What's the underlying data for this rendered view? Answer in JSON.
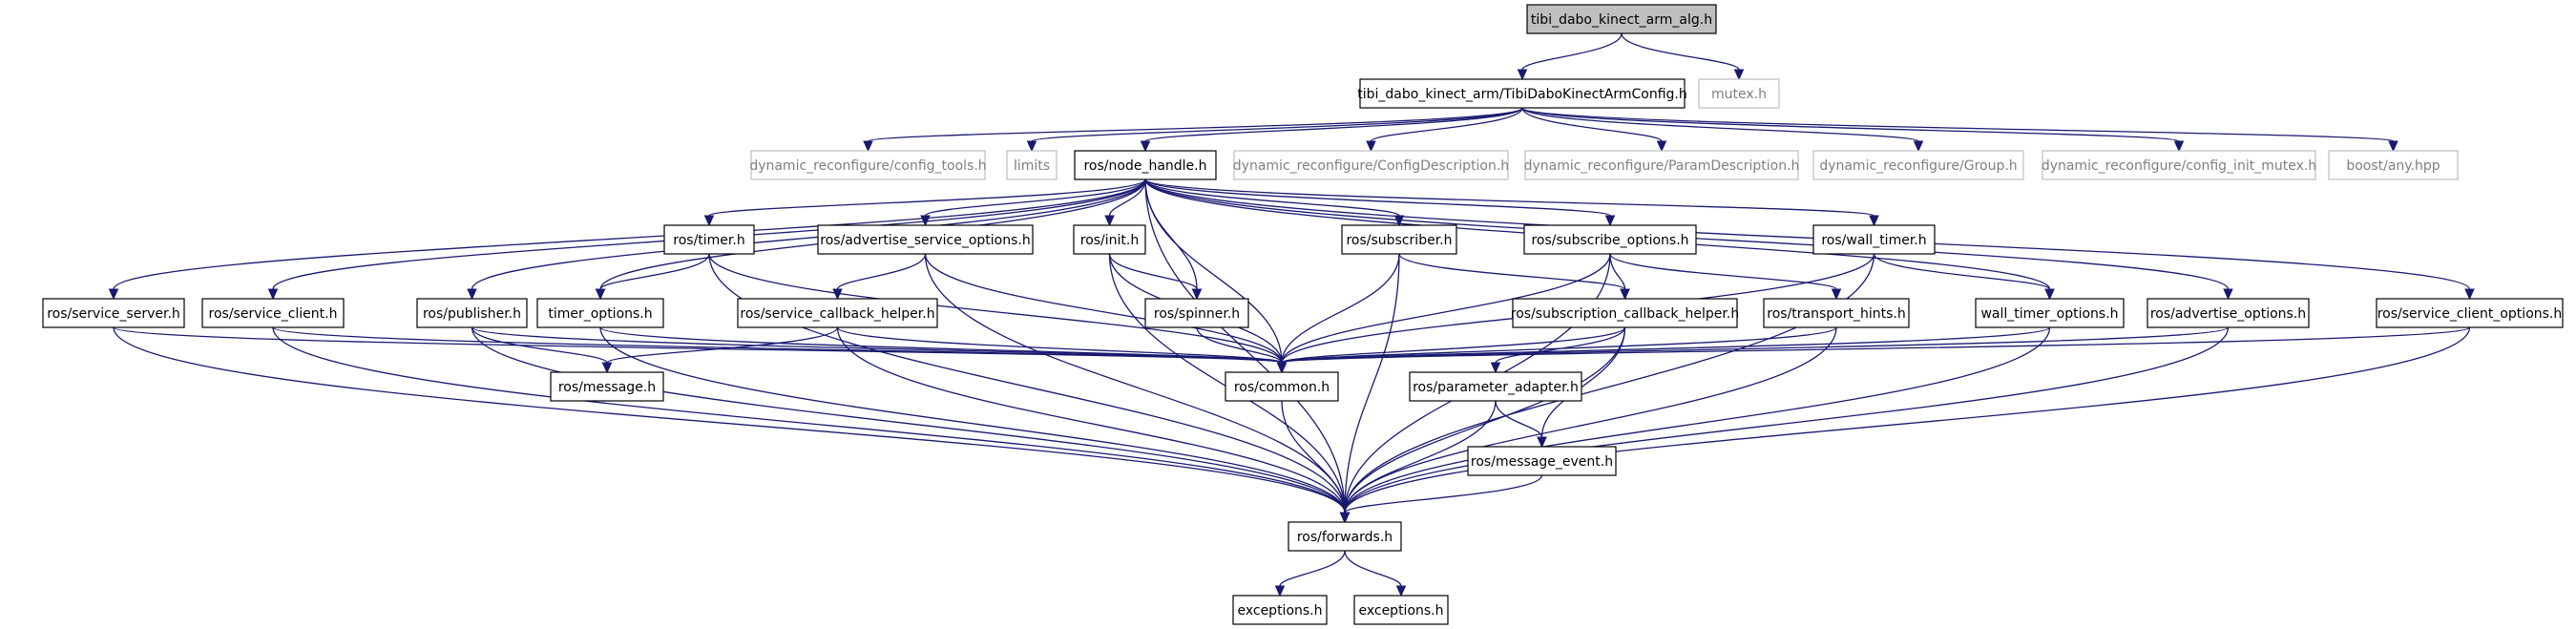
{
  "graph": {
    "nodes": [
      {
        "id": "root",
        "label": "tibi_dabo_kinect_arm_alg.h",
        "style": "root"
      },
      {
        "id": "config",
        "label": "tibi_dabo_kinect_arm/TibiDaboKinectArmConfig.h",
        "style": "normal"
      },
      {
        "id": "mutex",
        "label": "mutex.h",
        "style": "external"
      },
      {
        "id": "config_tools",
        "label": "dynamic_reconfigure/config_tools.h",
        "style": "external"
      },
      {
        "id": "limits",
        "label": "limits",
        "style": "external"
      },
      {
        "id": "node_handle",
        "label": "ros/node_handle.h",
        "style": "normal"
      },
      {
        "id": "config_desc",
        "label": "dynamic_reconfigure/ConfigDescription.h",
        "style": "external"
      },
      {
        "id": "param_desc",
        "label": "dynamic_reconfigure/ParamDescription.h",
        "style": "external"
      },
      {
        "id": "group",
        "label": "dynamic_reconfigure/Group.h",
        "style": "external"
      },
      {
        "id": "config_init_mutex",
        "label": "dynamic_reconfigure/config_init_mutex.h",
        "style": "external"
      },
      {
        "id": "boost_any",
        "label": "boost/any.hpp",
        "style": "external"
      },
      {
        "id": "timer",
        "label": "ros/timer.h",
        "style": "normal"
      },
      {
        "id": "adv_srv_opts",
        "label": "ros/advertise_service_options.h",
        "style": "normal"
      },
      {
        "id": "init",
        "label": "ros/init.h",
        "style": "normal"
      },
      {
        "id": "subscriber",
        "label": "ros/subscriber.h",
        "style": "normal"
      },
      {
        "id": "subscribe_opts",
        "label": "ros/subscribe_options.h",
        "style": "normal"
      },
      {
        "id": "wall_timer",
        "label": "ros/wall_timer.h",
        "style": "normal"
      },
      {
        "id": "service_server",
        "label": "ros/service_server.h",
        "style": "normal"
      },
      {
        "id": "service_client",
        "label": "ros/service_client.h",
        "style": "normal"
      },
      {
        "id": "publisher",
        "label": "ros/publisher.h",
        "style": "normal"
      },
      {
        "id": "timer_opts",
        "label": "timer_options.h",
        "style": "normal"
      },
      {
        "id": "srv_cb_helper",
        "label": "ros/service_callback_helper.h",
        "style": "normal"
      },
      {
        "id": "spinner",
        "label": "ros/spinner.h",
        "style": "normal"
      },
      {
        "id": "sub_cb_helper",
        "label": "ros/subscription_callback_helper.h",
        "style": "normal"
      },
      {
        "id": "transport_hints",
        "label": "ros/transport_hints.h",
        "style": "normal"
      },
      {
        "id": "wall_timer_opts",
        "label": "wall_timer_options.h",
        "style": "normal"
      },
      {
        "id": "advertise_opts",
        "label": "ros/advertise_options.h",
        "style": "normal"
      },
      {
        "id": "srv_client_opts",
        "label": "ros/service_client_options.h",
        "style": "normal"
      },
      {
        "id": "message",
        "label": "ros/message.h",
        "style": "normal"
      },
      {
        "id": "common",
        "label": "ros/common.h",
        "style": "normal"
      },
      {
        "id": "param_adapter",
        "label": "ros/parameter_adapter.h",
        "style": "normal"
      },
      {
        "id": "message_event",
        "label": "ros/message_event.h",
        "style": "normal"
      },
      {
        "id": "forwards",
        "label": "ros/forwards.h",
        "style": "normal"
      },
      {
        "id": "exceptions1",
        "label": "exceptions.h",
        "style": "normal"
      },
      {
        "id": "exceptions2",
        "label": "exceptions.h",
        "style": "normal"
      }
    ],
    "edges": [
      [
        "root",
        "config"
      ],
      [
        "root",
        "mutex"
      ],
      [
        "config",
        "config_tools"
      ],
      [
        "config",
        "limits"
      ],
      [
        "config",
        "node_handle"
      ],
      [
        "config",
        "config_desc"
      ],
      [
        "config",
        "param_desc"
      ],
      [
        "config",
        "group"
      ],
      [
        "config",
        "config_init_mutex"
      ],
      [
        "config",
        "boost_any"
      ],
      [
        "node_handle",
        "timer"
      ],
      [
        "node_handle",
        "adv_srv_opts"
      ],
      [
        "node_handle",
        "init"
      ],
      [
        "node_handle",
        "subscriber"
      ],
      [
        "node_handle",
        "subscribe_opts"
      ],
      [
        "node_handle",
        "wall_timer"
      ],
      [
        "node_handle",
        "service_server"
      ],
      [
        "node_handle",
        "service_client"
      ],
      [
        "node_handle",
        "publisher"
      ],
      [
        "node_handle",
        "timer_opts"
      ],
      [
        "node_handle",
        "spinner"
      ],
      [
        "node_handle",
        "wall_timer_opts"
      ],
      [
        "node_handle",
        "advertise_opts"
      ],
      [
        "node_handle",
        "srv_client_opts"
      ],
      [
        "node_handle",
        "common"
      ],
      [
        "node_handle",
        "forwards"
      ],
      [
        "timer",
        "timer_opts"
      ],
      [
        "timer",
        "common"
      ],
      [
        "timer",
        "forwards"
      ],
      [
        "adv_srv_opts",
        "srv_cb_helper"
      ],
      [
        "adv_srv_opts",
        "common"
      ],
      [
        "adv_srv_opts",
        "forwards"
      ],
      [
        "init",
        "spinner"
      ],
      [
        "init",
        "common"
      ],
      [
        "init",
        "forwards"
      ],
      [
        "subscriber",
        "sub_cb_helper"
      ],
      [
        "subscriber",
        "common"
      ],
      [
        "subscriber",
        "forwards"
      ],
      [
        "subscribe_opts",
        "sub_cb_helper"
      ],
      [
        "subscribe_opts",
        "transport_hints"
      ],
      [
        "subscribe_opts",
        "common"
      ],
      [
        "subscribe_opts",
        "forwards"
      ],
      [
        "wall_timer",
        "wall_timer_opts"
      ],
      [
        "wall_timer",
        "common"
      ],
      [
        "wall_timer",
        "forwards"
      ],
      [
        "service_server",
        "common"
      ],
      [
        "service_server",
        "forwards"
      ],
      [
        "service_client",
        "common"
      ],
      [
        "service_client",
        "forwards"
      ],
      [
        "publisher",
        "message"
      ],
      [
        "publisher",
        "common"
      ],
      [
        "publisher",
        "forwards"
      ],
      [
        "timer_opts",
        "common"
      ],
      [
        "timer_opts",
        "forwards"
      ],
      [
        "srv_cb_helper",
        "message"
      ],
      [
        "srv_cb_helper",
        "common"
      ],
      [
        "srv_cb_helper",
        "forwards"
      ],
      [
        "spinner",
        "common"
      ],
      [
        "sub_cb_helper",
        "param_adapter"
      ],
      [
        "sub_cb_helper",
        "message_event"
      ],
      [
        "sub_cb_helper",
        "common"
      ],
      [
        "sub_cb_helper",
        "forwards"
      ],
      [
        "transport_hints",
        "common"
      ],
      [
        "transport_hints",
        "forwards"
      ],
      [
        "wall_timer_opts",
        "common"
      ],
      [
        "wall_timer_opts",
        "forwards"
      ],
      [
        "advertise_opts",
        "common"
      ],
      [
        "advertise_opts",
        "forwards"
      ],
      [
        "srv_client_opts",
        "common"
      ],
      [
        "srv_client_opts",
        "forwards"
      ],
      [
        "param_adapter",
        "message_event"
      ],
      [
        "param_adapter",
        "forwards"
      ],
      [
        "message_event",
        "forwards"
      ],
      [
        "common",
        "forwards"
      ],
      [
        "forwards",
        "exceptions1"
      ],
      [
        "forwards",
        "exceptions2"
      ]
    ]
  }
}
